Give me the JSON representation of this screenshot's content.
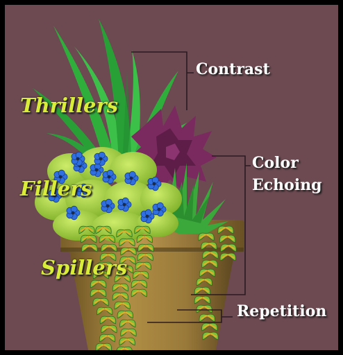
{
  "labels": {
    "thrillers": "Thrillers",
    "fillers": "Fillers",
    "spillers": "Spillers",
    "contrast": "Contrast",
    "color_echoing_line1": "Color",
    "color_echoing_line2": "Echoing",
    "repetition": "Repetition"
  },
  "colors": {
    "background": "#6d4a52",
    "frame": "#000000",
    "role_label": "#d9ec3a",
    "principle_label": "#ffffff",
    "leader_line": "#2a1a20",
    "pot": "#9a7a3a",
    "thriller_leaf": "#2fae3c",
    "filler_leaf": "#a8d640",
    "filler_flower": "#2f6fe0",
    "contrast_plant": "#7a2a5e",
    "spiller_leaf": "#7fc23a",
    "spiller_center": "#e0b02a"
  }
}
